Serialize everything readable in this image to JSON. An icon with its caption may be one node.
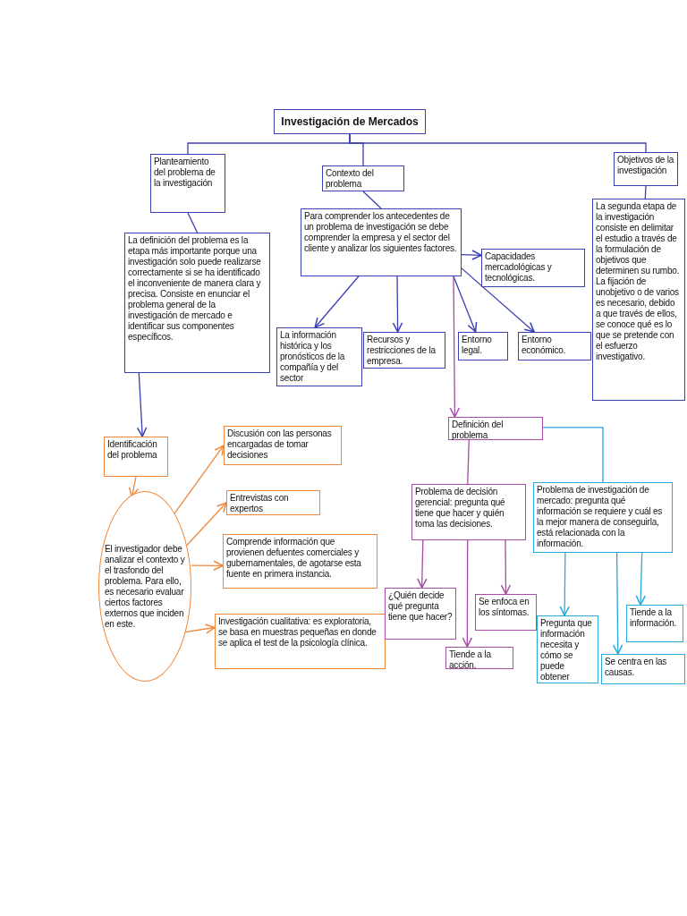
{
  "diagram": {
    "title": "Investigación de Mercados",
    "nodes": [
      {
        "text": [
          "Planteamiento del problema de la investigación"
        ]
      },
      {
        "text": [
          "Contexto del problema"
        ]
      },
      {
        "text": [
          "Objetivos de la investigación"
        ]
      },
      {
        "text": [
          "La definición del problema es la etapa más importante porque una investigación solo puede realizarse correctamente si se ha identificado el inconveniente de manera clara y precisa. Consiste en enunciar el problema general de la investigación de mercado e identificar sus componentes específicos."
        ]
      },
      {
        "text": [
          "Para comprender los antecedentes de un problema de investigación se debe comprender la empresa y el sector del cliente y analizar los siguientes factores."
        ]
      },
      {
        "text": [
          "Capacidades mercadológicas y tecnológicas."
        ]
      },
      {
        "text": [
          "La información histórica y los pronósticos de la compañía y del sector"
        ]
      },
      {
        "text": [
          "Recursos y restricciones de la empresa."
        ]
      },
      {
        "text": [
          "Entorno legal."
        ]
      },
      {
        "text": [
          "Entorno económico."
        ]
      },
      {
        "text": [
          "La segunda etapa de la investigación consiste en delimitar el estudio a través de la formulación de objetivos que determinen su rumbo. La fijación de unobjetivo o de varios es necesario, debido a que través de ellos, se conoce qué es lo que se pretende con el esfuerzo investigativo."
        ]
      },
      {
        "text": [
          "Definición del problema"
        ]
      },
      {
        "text": [
          "Identificación del problema"
        ]
      },
      {
        "text": [
          "El investigador debe analizar el contexto y el trasfondo del problema. Para ello, es necesario evaluar ciertos factores externos que inciden en este."
        ]
      },
      {
        "text": [
          "Discusión con las personas encargadas de tomar decisiones"
        ]
      },
      {
        "text": [
          "Entrevistas con expertos"
        ]
      },
      {
        "text": [
          "Comprende información que provienen defuentes comerciales y gubernamentales, de agotarse esta fuente en primera instancia."
        ]
      },
      {
        "text": [
          "Investigación cualitativa: es exploratoria, se basa en muestras pequeñas en donde se aplica el test de la psicología clínica."
        ]
      },
      {
        "text": [
          "Problema de decisión gerencial: pregunta qué tiene que hacer y quién toma las decisiones."
        ]
      },
      {
        "text": [
          "Problema de investigación de mercado: pregunta qué información se requiere y cuál es la mejor manera de conseguirla, está relacionada con la información."
        ]
      },
      {
        "text": [
          "¿Quién decide qué pregunta tiene que hacer?"
        ]
      },
      {
        "text": [
          "Se enfoca en los síntomas."
        ]
      },
      {
        "text": [
          "Tiende a la acción."
        ]
      },
      {
        "text": [
          "Pregunta que información necesita y cómo se puede obtener"
        ]
      },
      {
        "text": [
          "Se centra en las causas."
        ]
      },
      {
        "text": [
          "Tiende a la información."
        ]
      }
    ],
    "edges": [
      {
        "from": null,
        "to": 0,
        "arrow": "none"
      },
      {
        "from": null,
        "to": 1,
        "arrow": "none"
      },
      {
        "from": null,
        "to": 2,
        "arrow": "none"
      },
      {
        "from": 0,
        "to": 3,
        "arrow": "none"
      },
      {
        "from": 1,
        "to": 4,
        "arrow": "none"
      },
      {
        "from": 2,
        "to": 10,
        "arrow": "none"
      },
      {
        "from": 4,
        "to": 5,
        "arrow": "to"
      },
      {
        "from": 4,
        "to": 6,
        "arrow": "to"
      },
      {
        "from": 4,
        "to": 7,
        "arrow": "to"
      },
      {
        "from": 4,
        "to": 8,
        "arrow": "to"
      },
      {
        "from": 4,
        "to": 9,
        "arrow": "to"
      },
      {
        "from": 4,
        "to": 11,
        "arrow": "to",
        "color": "#a64ca6"
      },
      {
        "from": 3,
        "to": 12,
        "arrow": "to"
      },
      {
        "from": 12,
        "to": 13,
        "arrow": "to",
        "color": "#f0883a"
      },
      {
        "from": 13,
        "to": 14,
        "arrow": "to",
        "color": "#f0883a"
      },
      {
        "from": 13,
        "to": 15,
        "arrow": "to",
        "color": "#f0883a"
      },
      {
        "from": 13,
        "to": 16,
        "arrow": "to",
        "color": "#f0883a"
      },
      {
        "from": 13,
        "to": 17,
        "arrow": "to",
        "color": "#f0883a"
      },
      {
        "from": 11,
        "to": 18,
        "arrow": "none",
        "color": "#a64ca6"
      },
      {
        "from": 11,
        "to": 19,
        "arrow": "none",
        "color": "#2aa7dd"
      },
      {
        "from": 18,
        "to": 20,
        "arrow": "to",
        "color": "#a64ca6"
      },
      {
        "from": 18,
        "to": 22,
        "arrow": "to",
        "color": "#a64ca6"
      },
      {
        "from": 18,
        "to": 21,
        "arrow": "to",
        "color": "#a64ca6"
      },
      {
        "from": 19,
        "to": 23,
        "arrow": "to",
        "color": "#2aa7dd"
      },
      {
        "from": 19,
        "to": 24,
        "arrow": "to",
        "color": "#2aa7dd"
      },
      {
        "from": 19,
        "to": 25,
        "arrow": "to",
        "color": "#2aa7dd"
      }
    ]
  }
}
